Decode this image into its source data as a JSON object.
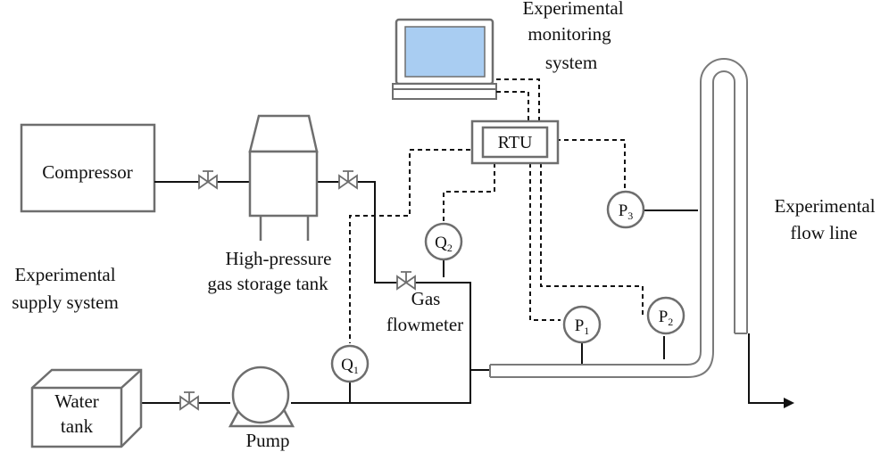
{
  "labels": {
    "monitoring": [
      "Experimental",
      "monitoring",
      "system"
    ],
    "rtu": "RTU",
    "compressor": "Compressor",
    "tank": [
      "High-pressure",
      "gas storage tank"
    ],
    "supply": [
      "Experimental",
      "supply system"
    ],
    "flowmeter": [
      "Gas",
      "flowmeter"
    ],
    "flow_line": [
      "Experimental",
      "flow line"
    ],
    "water_tank": [
      "Water",
      "tank"
    ],
    "pump": "Pump",
    "sensors": {
      "q1": {
        "base": "Q",
        "sub": "1"
      },
      "q2": {
        "base": "Q",
        "sub": "2"
      },
      "p1": {
        "base": "P",
        "sub": "1"
      },
      "p2": {
        "base": "P",
        "sub": "2"
      },
      "p3": {
        "base": "P",
        "sub": "3"
      }
    }
  },
  "colors": {
    "screen": "#a9cdf2",
    "equipment_outline": "#6e6e6e",
    "line": "#111111"
  }
}
